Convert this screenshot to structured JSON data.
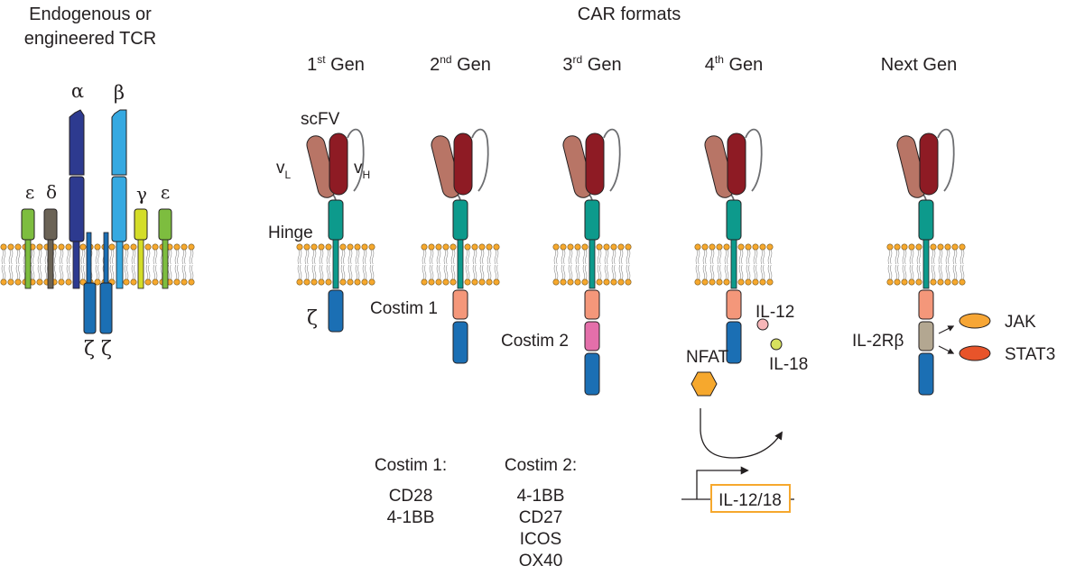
{
  "tcr": {
    "title_line1": "Endogenous or",
    "title_line2": "engineered TCR",
    "alpha": "α",
    "beta": "β",
    "epsilon_left": "ε",
    "delta": "δ",
    "gamma": "γ",
    "epsilon_right": "ε",
    "zeta_left": "ζ",
    "zeta_right": "ζ"
  },
  "car": {
    "title": "CAR formats",
    "gen_base": "Gen",
    "gen1": {
      "num": "1",
      "sup": "st"
    },
    "gen2": {
      "num": "2",
      "sup": "nd"
    },
    "gen3": {
      "num": "3",
      "sup": "rd"
    },
    "gen4": {
      "num": "4",
      "sup": "th"
    },
    "next_gen": "Next Gen",
    "scfv": "scFV",
    "vl": {
      "base": "v",
      "sub": "L"
    },
    "vh": {
      "base": "v",
      "sub": "H"
    },
    "hinge": "Hinge",
    "zeta": "ζ",
    "costim1": "Costim 1",
    "costim2": "Costim 2",
    "il12": "IL-12",
    "il18": "IL-18",
    "nfat": "NFAT",
    "il12_18": "IL-12/18",
    "il2rb": "IL-2Rβ",
    "jak": "JAK",
    "stat3": "STAT3"
  },
  "costim_lists": {
    "costim1_title": "Costim 1:",
    "costim1_items": [
      "CD28",
      "4-1BB"
    ],
    "costim2_title": "Costim 2:",
    "costim2_items": [
      "4-1BB",
      "CD27",
      "ICOS",
      "OX40"
    ]
  },
  "colors": {
    "vl": "#b87566",
    "vh": "#8e1b24",
    "hinge": "#0d9a8c",
    "zeta": "#1b6fb4",
    "costim1": "#f4977a",
    "costim2": "#e46faa",
    "il2rb": "#b3a791",
    "alpha": "#2d3a8f",
    "beta": "#36a9e1",
    "epsilon": "#7dbd3f",
    "delta": "#6b6356",
    "gamma": "#d4dd29",
    "nfat": "#f6a82d",
    "il12_dot": "#f6b6b8",
    "il18_dot": "#d7e15e",
    "jak": "#f7a635",
    "stat3": "#e8542a",
    "lipid_head": "#f6a82d",
    "box_border": "#f6a82d"
  }
}
